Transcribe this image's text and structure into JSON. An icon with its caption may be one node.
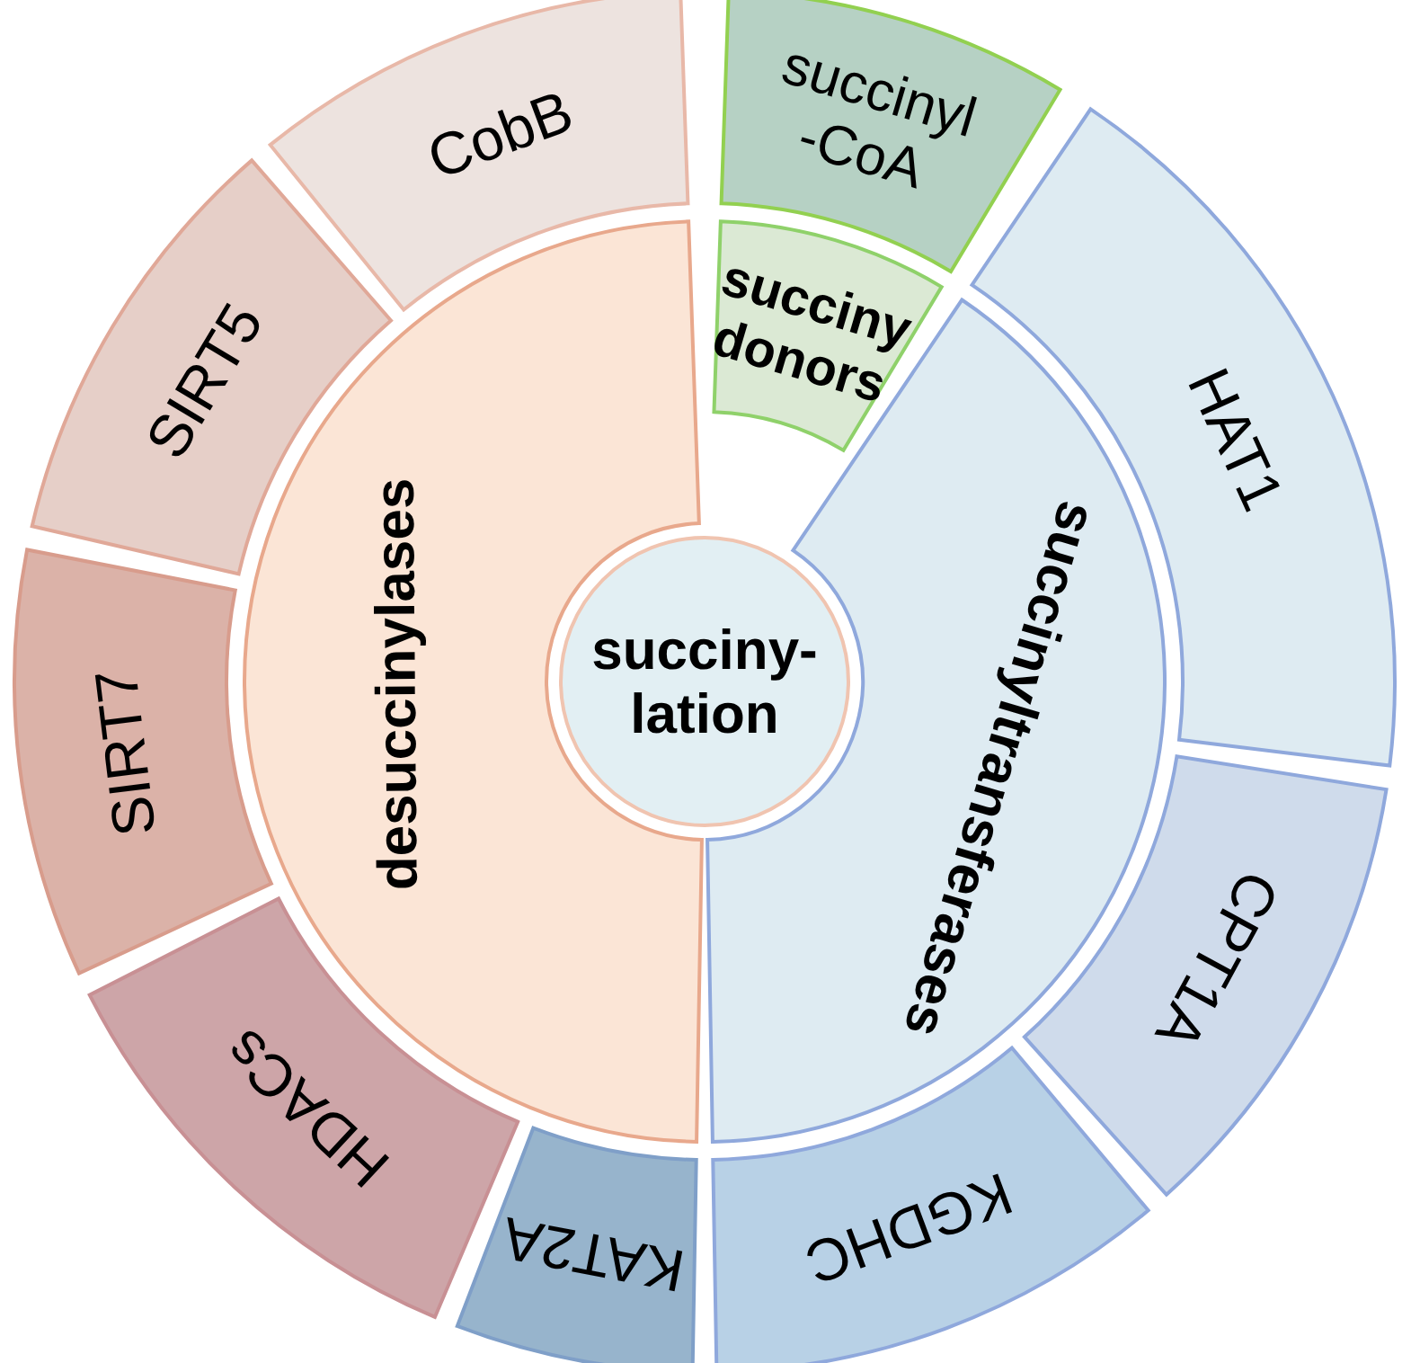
{
  "diagram": {
    "nodes": [
      {
        "text": [
          "succiny- lation"
        ]
      },
      {
        "text": [
          "desuccinylases"
        ]
      },
      {
        "text": [
          "succiny donors"
        ]
      },
      {
        "text": [
          "succinyltransferases"
        ]
      },
      {
        "text": [
          "CobB"
        ]
      },
      {
        "text": [
          "SIRT5"
        ]
      },
      {
        "text": [
          "SIRT7"
        ]
      },
      {
        "text": [
          "HDACs"
        ]
      },
      {
        "text": [
          "succinyl -CoA"
        ]
      },
      {
        "text": [
          "HAT1"
        ]
      },
      {
        "text": [
          "CPT1A"
        ]
      },
      {
        "text": [
          "KGDHC"
        ]
      },
      {
        "text": [
          "KAT2A"
        ]
      }
    ]
  }
}
